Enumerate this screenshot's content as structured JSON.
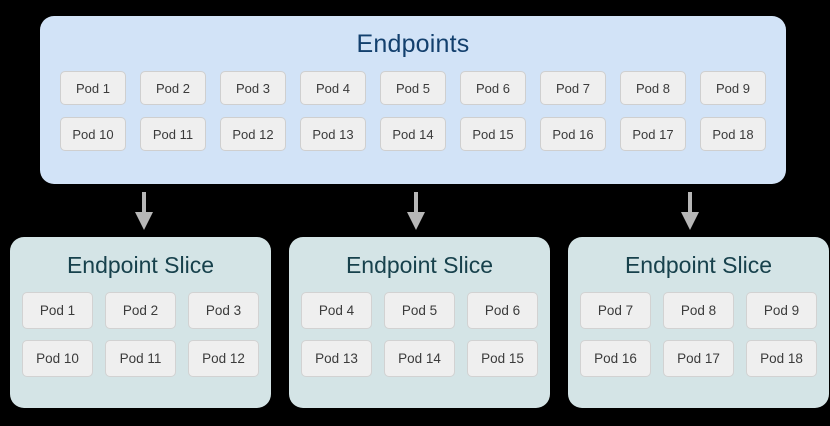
{
  "endpoints": {
    "title": "Endpoints",
    "panel_color": "#d2e3f7",
    "title_color": "#13406e",
    "rows": [
      [
        "Pod 1",
        "Pod 2",
        "Pod 3",
        "Pod 4",
        "Pod 5",
        "Pod 6",
        "Pod 7",
        "Pod 8",
        "Pod 9"
      ],
      [
        "Pod 10",
        "Pod 11",
        "Pod 12",
        "Pod 13",
        "Pod 14",
        "Pod 15",
        "Pod 16",
        "Pod 17",
        "Pod 18"
      ]
    ]
  },
  "arrows": {
    "icon": "arrow-down-icon",
    "color": "#b7b7b7",
    "count": 3
  },
  "slices": [
    {
      "title": "Endpoint Slice",
      "rows": [
        [
          "Pod 1",
          "Pod 2",
          "Pod 3"
        ],
        [
          "Pod 10",
          "Pod 11",
          "Pod 12"
        ]
      ]
    },
    {
      "title": "Endpoint Slice",
      "rows": [
        [
          "Pod 4",
          "Pod 5",
          "Pod 6"
        ],
        [
          "Pod 13",
          "Pod 14",
          "Pod 15"
        ]
      ]
    },
    {
      "title": "Endpoint Slice",
      "rows": [
        [
          "Pod 7",
          "Pod 8",
          "Pod 9"
        ],
        [
          "Pod 16",
          "Pod 17",
          "Pod 18"
        ]
      ]
    }
  ],
  "theme": {
    "slice_panel_color": "#d4e4e6",
    "slice_title_color": "#17414c",
    "chip_color": "#efefef",
    "chip_text_color": "#3b3b3b",
    "background": "#000000"
  }
}
